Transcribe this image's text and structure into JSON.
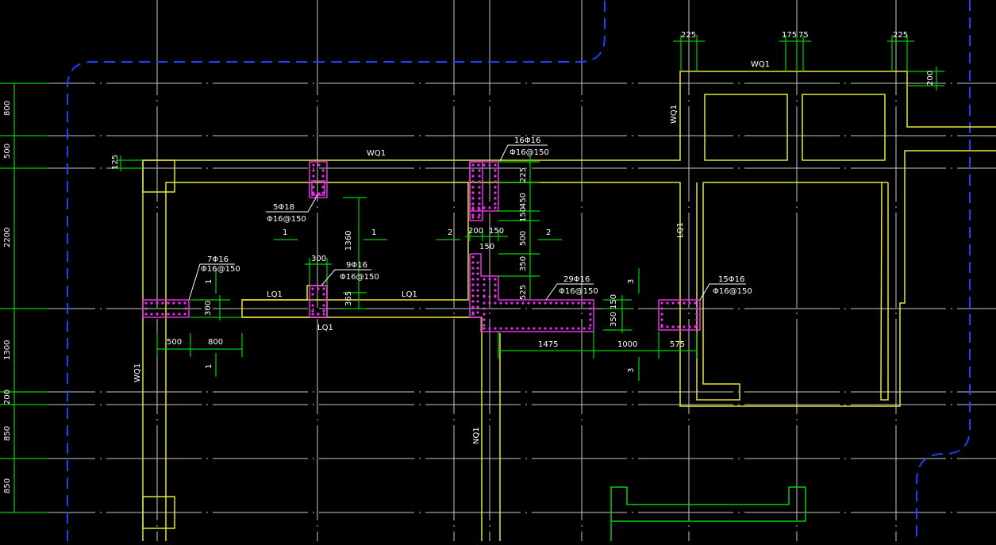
{
  "colors": {
    "background": "#000000",
    "axis": "#c8c8c8",
    "wall": "#e6e632",
    "column": "#e632e6",
    "dimension": "#00d200",
    "text": "#ffffff",
    "boundary": "#2040ff"
  },
  "wall_labels": {
    "wq_top_left": "WQ1",
    "wq_top_right": "WQ1",
    "wq_right_vertical": "WQ1",
    "wq_left_vertical": "WQ1",
    "nq_bottom": "NQ1",
    "lq_right_vertical": "LQ1",
    "lq_a": "LQ1",
    "lq_b": "LQ1",
    "lq_c": "LQ1"
  },
  "columns": {
    "c1": {
      "count": "5Φ18",
      "stirrup": "Φ16@150"
    },
    "c2": {
      "count": "16Φ16",
      "stirrup": "Φ16@150"
    },
    "c3": {
      "count": "7Φ16",
      "stirrup": "Φ16@150"
    },
    "c4": {
      "count": "9Φ16",
      "stirrup": "Φ16@150"
    },
    "c5": {
      "count": "29Φ16",
      "stirrup": "Φ16@150"
    },
    "c6": {
      "count": "15Φ16",
      "stirrup": "Φ16@150"
    }
  },
  "left_dims": {
    "d800": "800",
    "d500": "500",
    "d2200": "2200",
    "d1300": "1300",
    "d200": "200",
    "d850a": "850",
    "d850b": "850"
  },
  "top_dims": {
    "d225a": "225",
    "d175": "175",
    "d75": "75",
    "d225b": "225",
    "d200r": "200"
  },
  "dims": {
    "d125": "125",
    "d1360": "1360",
    "d300a": "300",
    "d300b": "300",
    "d365": "365",
    "d500a": "500",
    "d800b": "800",
    "d200c": "200",
    "d150a": "150",
    "d150b": "150",
    "d225c": "225",
    "d450": "450",
    "d150c": "150",
    "d500b": "500",
    "d350a": "350",
    "d525": "525",
    "d1475": "1475",
    "d1000": "1000",
    "d575": "575",
    "d150d": "150",
    "d350b": "350"
  },
  "section_marks": {
    "s1a": "1",
    "s1b": "1",
    "s1c": "1",
    "s1d": "1",
    "s2a": "2",
    "s2b": "2",
    "s3a": "3",
    "s3b": "3"
  }
}
